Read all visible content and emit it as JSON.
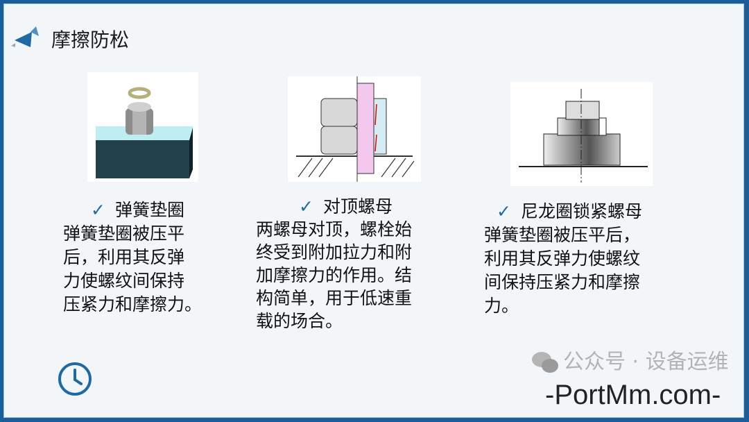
{
  "slide": {
    "title": "摩擦防松",
    "logo_icon": "blue-triangles-icon",
    "accent_color": "#1b5d98",
    "columns": [
      {
        "heading": "弹簧垫圈",
        "lines": [
          "弹簧垫圈被压平",
          "后，利用其反弹",
          "力使螺纹间保持",
          "压紧力和摩擦力。"
        ],
        "image_icon": "spring-washer-nut-image"
      },
      {
        "heading": "对顶螺母",
        "lines": [
          "两螺母对顶，螺栓始",
          "终受到附加拉力和附",
          "加摩擦力的作用。结",
          "构简单，用于低速重",
          "载的场合。"
        ],
        "image_icon": "double-nut-section-image"
      },
      {
        "heading": "尼龙圈锁紧螺母",
        "lines": [
          "弹簧垫圈被压平后，",
          "利用其反弹力使螺纹",
          "间保持压紧力和摩擦",
          "力。"
        ],
        "image_icon": "nylon-lock-nut-image"
      }
    ],
    "check_mark": "✓",
    "clock_icon": "clock-icon"
  },
  "watermark": {
    "cn": "公众号 · 设备运维",
    "en": "-PortMm.com-",
    "icon": "wechat-icon"
  }
}
